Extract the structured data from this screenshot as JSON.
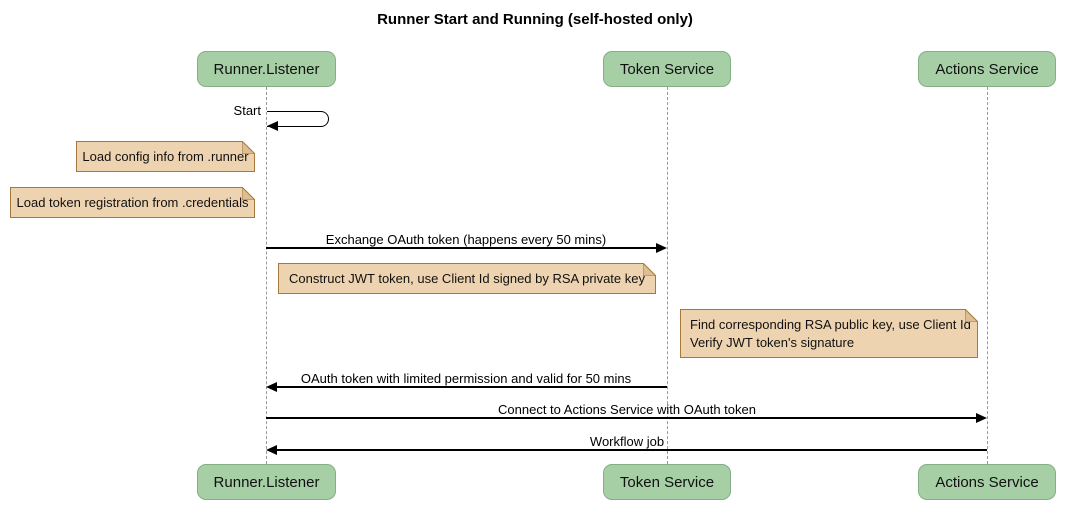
{
  "title": "Runner Start and Running (self-hosted only)",
  "participants": [
    {
      "name": "Runner.Listener"
    },
    {
      "name": "Token Service"
    },
    {
      "name": "Actions Service"
    }
  ],
  "messages": [
    {
      "label": "Start",
      "from": "Runner.Listener",
      "to": "Runner.Listener",
      "type": "self"
    },
    {
      "label": "Exchange OAuth token (happens every 50 mins)",
      "from": "Runner.Listener",
      "to": "Token Service",
      "type": "solid-arrow"
    },
    {
      "label": "OAuth token with limited permission and valid for 50 mins",
      "from": "Token Service",
      "to": "Runner.Listener",
      "type": "solid-arrow"
    },
    {
      "label": "Connect to Actions Service with OAuth token",
      "from": "Runner.Listener",
      "to": "Actions Service",
      "type": "solid-arrow"
    },
    {
      "label": "Workflow job",
      "from": "Actions Service",
      "to": "Runner.Listener",
      "type": "solid-arrow"
    }
  ],
  "notes": [
    {
      "text": "Load config info from .runner",
      "position": "left of Runner.Listener"
    },
    {
      "text": "Load token registration from .credentials",
      "position": "left of Runner.Listener"
    },
    {
      "text": "Construct JWT token, use Client Id signed by RSA private key",
      "position": "between Runner.Listener and Token Service"
    },
    {
      "lines": [
        "Find corresponding RSA public key, use Client Id",
        "Verify JWT token's signature"
      ],
      "position": "left of Actions Service"
    }
  ],
  "colors": {
    "participant_fill": "#a6cfa6",
    "participant_border": "#85ae85",
    "note_fill": "#eed3b0",
    "note_border": "#a5793d",
    "lifeline": "#999999",
    "message": "#000000",
    "background": "#ffffff"
  }
}
